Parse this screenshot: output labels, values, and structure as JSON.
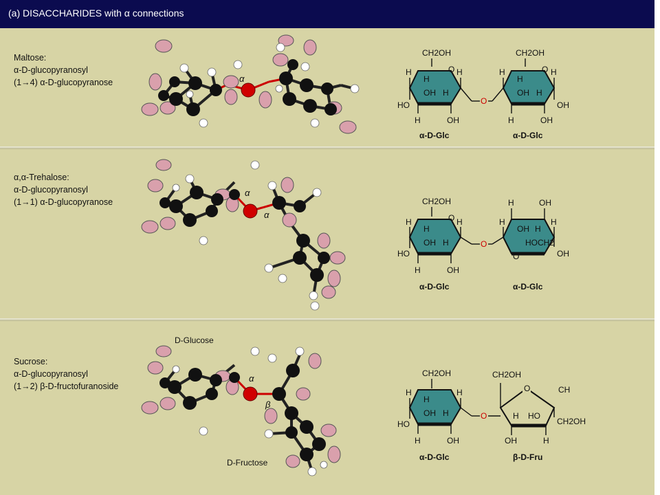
{
  "header": {
    "title": "(a) DISACCHARIDES with α connections"
  },
  "maltose": {
    "line1": "Maltose:",
    "line2": "α-D-glucopyranosyl",
    "line3": "(1→4) α-D-glucopyranose",
    "bond_alpha": "α",
    "res1_label": "α-D-Glc",
    "res2_label": "α-D-Glc",
    "ch2oh": "CH2OH",
    "h": "H",
    "oh": "OH",
    "ho": "HO",
    "o": "O"
  },
  "trehalose": {
    "line1": "α,α-Trehalose:",
    "line2": "α-D-glucopyranosyl",
    "line3": "(1→1) α-D-glucopyranose",
    "bond_alpha1": "α",
    "bond_alpha2": "α",
    "res1_label": "α-D-Glc",
    "res2_label": "α-D-Glc",
    "ch2oh": "CH2OH",
    "hoch2": "HOCH2",
    "h": "H",
    "oh": "OH",
    "ho": "HO",
    "o": "O"
  },
  "sucrose": {
    "line1": "Sucrose:",
    "line2": "α-D-glucopyranosyl",
    "line3": "(1→2) β-D-fructofuranoside",
    "glucose_label": "D-Glucose",
    "fructose_label": "D-Fructose",
    "bond_alpha": "α",
    "bond_beta": "β",
    "res1_label": "α-D-Glc",
    "res2_label": "β-D-Fru",
    "ch2oh": "CH2OH",
    "ch": "CH",
    "h": "H",
    "oh": "OH",
    "ho": "HO",
    "o": "O"
  }
}
